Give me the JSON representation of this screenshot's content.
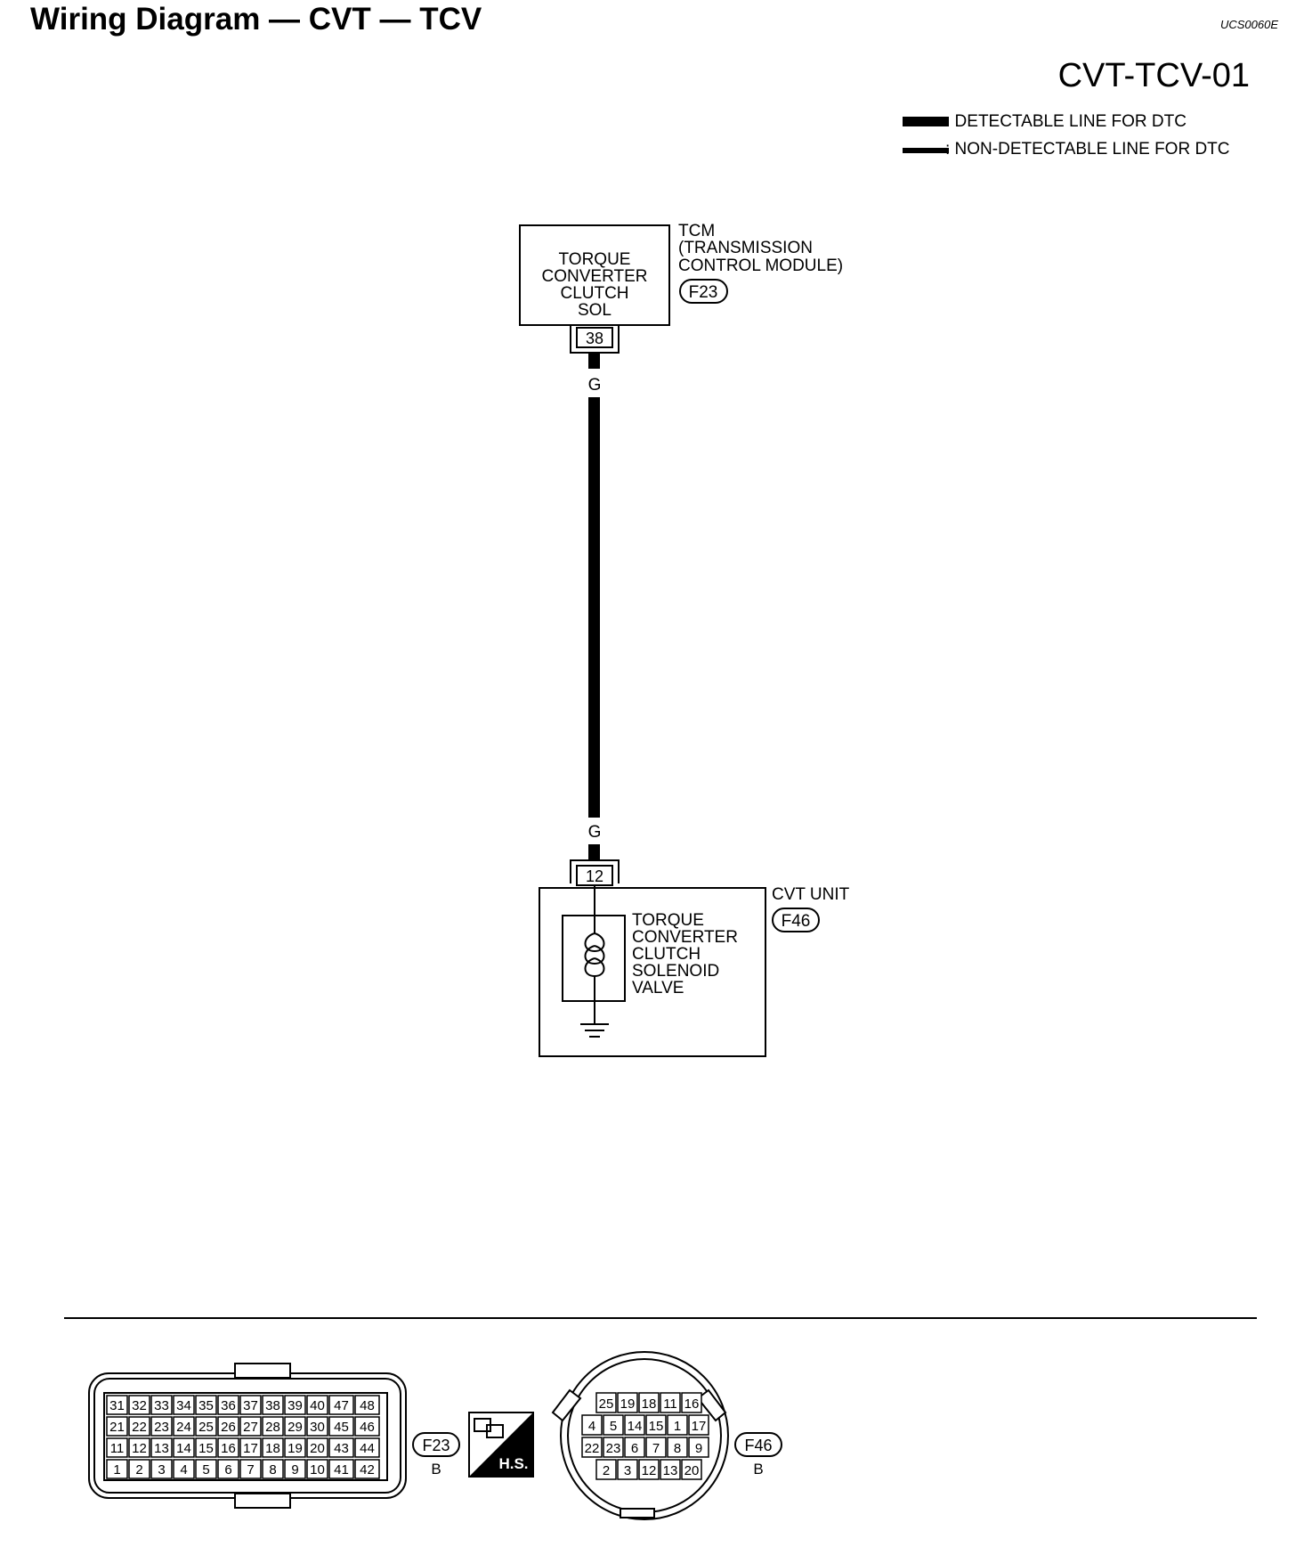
{
  "header": {
    "title": "Wiring Diagram — CVT — TCV",
    "doc_code": "UCS0060E",
    "diagram_id": "CVT-TCV-01"
  },
  "legend": {
    "detectable": ": DETECTABLE LINE FOR DTC",
    "non_detectable": ": NON-DETECTABLE LINE FOR DTC"
  },
  "tcm": {
    "box_lines": [
      "TORQUE",
      "CONVERTER",
      "CLUTCH",
      "SOL"
    ],
    "label_lines": [
      "TCM",
      "(TRANSMISSION",
      "CONTROL MODULE)"
    ],
    "connector": "F23",
    "terminal": "38"
  },
  "wire": {
    "color_code_top": "G",
    "color_code_bottom": "G"
  },
  "cvt_unit": {
    "label": "CVT UNIT",
    "connector": "F46",
    "terminal": "12",
    "component_lines": [
      "TORQUE",
      "CONVERTER",
      "CLUTCH",
      "SOLENOID",
      "VALVE"
    ]
  },
  "connector_f23": {
    "name": "F23",
    "color": "B",
    "rows": [
      [
        "31",
        "32",
        "33",
        "34",
        "35",
        "36",
        "37",
        "38",
        "39",
        "40",
        "47",
        "48"
      ],
      [
        "21",
        "22",
        "23",
        "24",
        "25",
        "26",
        "27",
        "28",
        "29",
        "30",
        "45",
        "46"
      ],
      [
        "11",
        "12",
        "13",
        "14",
        "15",
        "16",
        "17",
        "18",
        "19",
        "20",
        "43",
        "44"
      ],
      [
        "1",
        "2",
        "3",
        "4",
        "5",
        "6",
        "7",
        "8",
        "9",
        "10",
        "41",
        "42"
      ]
    ]
  },
  "hs_badge": "H.S.",
  "connector_f46": {
    "name": "F46",
    "color": "B",
    "rows": [
      [
        "25",
        "19",
        "18",
        "11",
        "16"
      ],
      [
        "4",
        "5",
        "14",
        "15",
        "1",
        "17"
      ],
      [
        "22",
        "23",
        "6",
        "7",
        "8",
        "9"
      ],
      [
        "2",
        "3",
        "12",
        "13",
        "20"
      ]
    ]
  }
}
